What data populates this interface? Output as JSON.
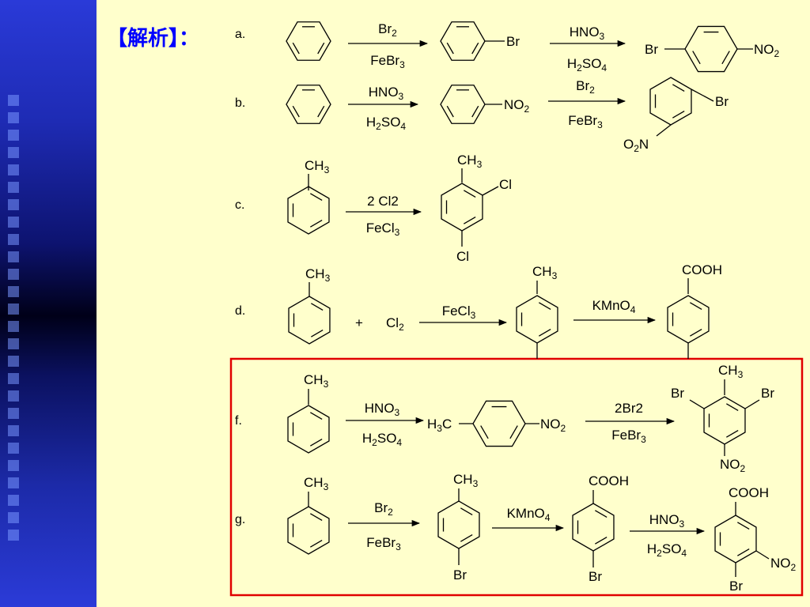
{
  "title": "【解析】：",
  "reactions": [
    {
      "label": "a.",
      "steps": [
        {
          "above": "Br2",
          "below": "FeBr3"
        },
        {
          "above": "HNO3",
          "below": "H2SO4"
        }
      ],
      "products": [
        "Br",
        "Br",
        "NO2"
      ]
    },
    {
      "label": "b.",
      "steps": [
        {
          "above": "HNO3",
          "below": "H2SO4"
        },
        {
          "above": "Br2",
          "below": "FeBr3"
        }
      ],
      "products": [
        "NO2",
        "Br",
        "O2N"
      ]
    },
    {
      "label": "c.",
      "steps": [
        {
          "above": "2 Cl2",
          "below": "FeCl3"
        }
      ],
      "products": [
        "CH3",
        "CH3",
        "Cl",
        "Cl"
      ]
    },
    {
      "label": "d.",
      "steps": [
        {
          "above": "FeCl3",
          "below": ""
        },
        {
          "above": "KMnO4",
          "below": ""
        }
      ],
      "products": [
        "CH3",
        "+",
        "Cl2",
        "CH3",
        "COOH"
      ]
    },
    {
      "label": "f.",
      "steps": [
        {
          "above": "HNO3",
          "below": "H2SO4"
        },
        {
          "above": "2Br2",
          "below": "FeBr3"
        }
      ],
      "products": [
        "CH3",
        "H3C",
        "NO2",
        "CH3",
        "Br",
        "Br",
        "NO2"
      ]
    },
    {
      "label": "g.",
      "steps": [
        {
          "above": "Br2",
          "below": "FeBr3"
        },
        {
          "above": "KMnO4",
          "below": ""
        },
        {
          "above": "HNO3",
          "below": "H2SO4"
        }
      ],
      "products": [
        "CH3",
        "CH3",
        "Br",
        "COOH",
        "Br",
        "COOH",
        "NO2",
        "Br"
      ]
    }
  ]
}
